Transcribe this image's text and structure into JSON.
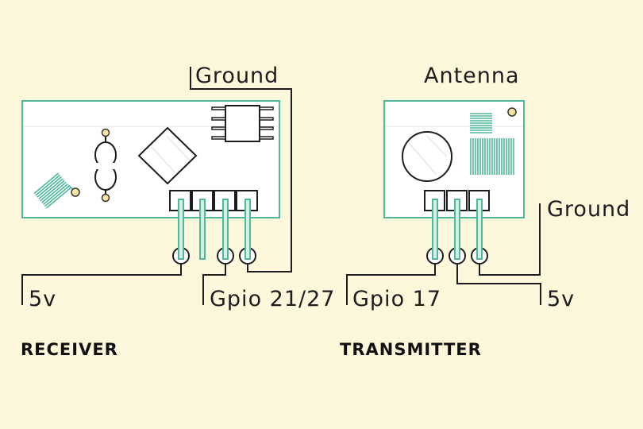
{
  "colors": {
    "background": "#fdf8dc",
    "accent": "#4fb89a",
    "line": "#1d1d1d"
  },
  "receiver": {
    "title": "RECEIVER",
    "labels": {
      "ground": "Ground",
      "vcc": "5v",
      "gpio": "Gpio 21/27"
    }
  },
  "transmitter": {
    "title": "TRANSMITTER",
    "labels": {
      "antenna": "Antenna",
      "ground": "Ground",
      "vcc": "5v",
      "gpio": "Gpio 17"
    }
  }
}
